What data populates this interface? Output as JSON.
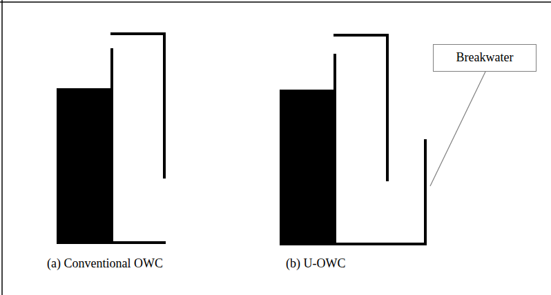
{
  "diagram": {
    "nodes": [
      {
        "text": [
          "Breakwater"
        ]
      }
    ],
    "labels": [
      "(a) Conventional OWC",
      "(b) U-OWC"
    ]
  }
}
